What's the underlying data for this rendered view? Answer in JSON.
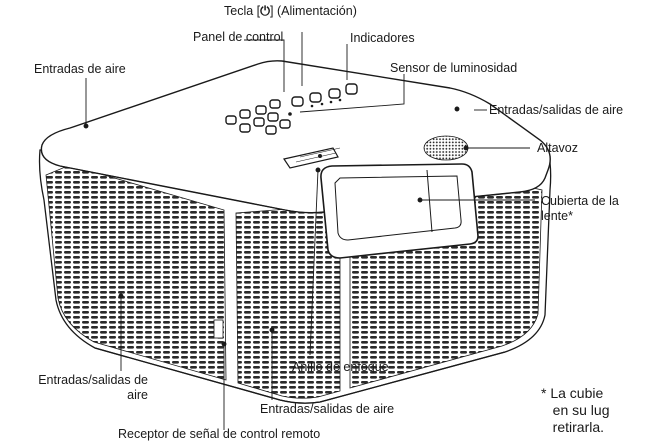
{
  "labels": {
    "power_key": "Tecla [",
    "power_key_glyph": "⏻",
    "power_key_rest": "] (Alimentación)",
    "control_panel": "Panel de control",
    "indicators": "Indicadores",
    "air_inlets_top": "Entradas de aire",
    "light_sensor": "Sensor de luminosidad",
    "air_io_right": "Entradas/salidas de aire",
    "speaker": "Altavoz",
    "lens_cover": "Cubierta de la\nlente*",
    "focus_ring": "Anillo de enfoque",
    "air_io_left": "Entradas/salidas de\naire",
    "air_io_bottom": "Entradas/salidas de aire",
    "remote_receiver": "Receptor de señal de control remoto"
  },
  "footnote": "* La cubie\n   en su lug\n   retirarla.",
  "colors": {
    "line": "#1a1a1a",
    "body_fill": "#ffffff",
    "grille": "#2a2a2a"
  }
}
